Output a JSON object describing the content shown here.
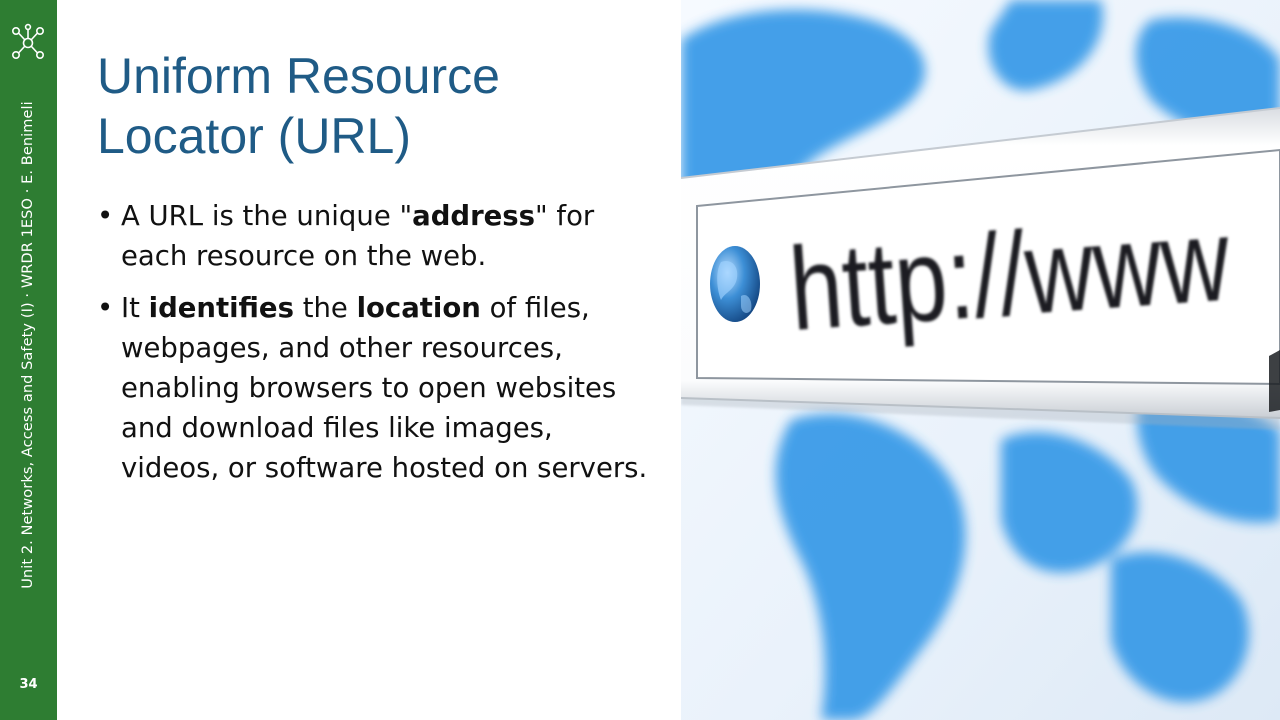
{
  "sidebar": {
    "vertical_text": "Unit 2. Networks, Access and Safety (I) · WRDR 1ESO · E. Benimeli",
    "slide_number": "34"
  },
  "title": {
    "line1": "Uniform Resource",
    "line2": "Locator (URL)"
  },
  "bullets": [
    {
      "t1": "A URL is the unique \"",
      "b1": "address",
      "t2": "\" for each resource on the web."
    },
    {
      "t1": "It ",
      "b1": "identifies",
      "t2": " the ",
      "b2": "location",
      "t3": " of files, webpages, and other resources, enabling browsers to open websites and download files like images, videos, or software hosted on servers."
    }
  ],
  "hero": {
    "url_text": "http://www"
  },
  "colors": {
    "sidebar_green": "#2e7d32",
    "title_blue": "#1f5b86",
    "map_blue": "#3a9be8"
  },
  "icons": [
    "network-nodes-icon",
    "globe-icon"
  ]
}
